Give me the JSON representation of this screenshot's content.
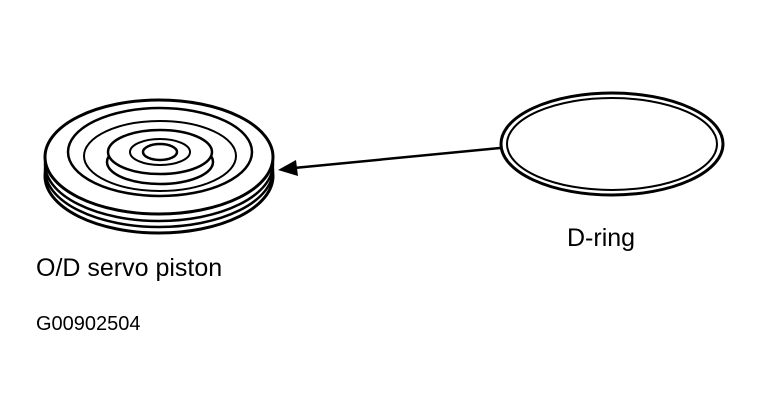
{
  "labels": {
    "piston": "O/D servo piston",
    "dring": "D-ring",
    "figure_id": "G00902504"
  },
  "colors": {
    "ink": "#000000",
    "background": "#ffffff"
  }
}
